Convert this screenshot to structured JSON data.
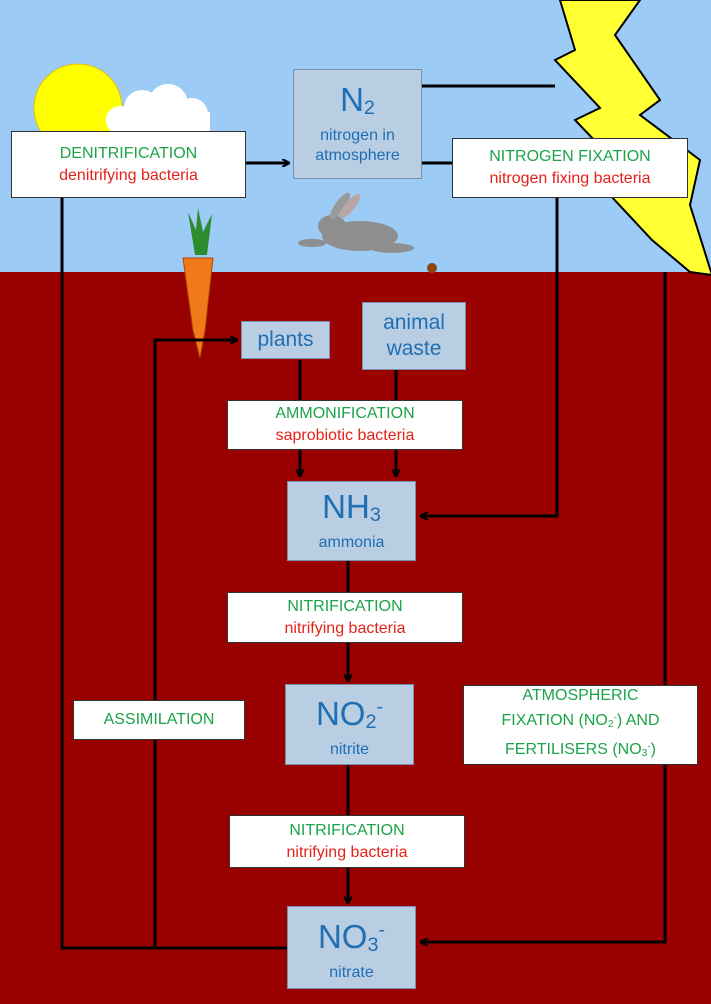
{
  "colors": {
    "sky": "#9ccbf6",
    "soil": "#990000",
    "box": "#b9cde3",
    "process": "#1ca34a",
    "agent": "#e32219",
    "compound": "#1f6fb4"
  },
  "n2": {
    "main": "N",
    "sub": "2",
    "name_line1": "nitrogen in",
    "name_line2": "atmosphere"
  },
  "nh3": {
    "main": "NH",
    "sub": "3",
    "name": "ammonia"
  },
  "no2": {
    "main": "NO",
    "sub": "2",
    "sup": "-",
    "name": "nitrite"
  },
  "no3": {
    "main": "NO",
    "sub": "3",
    "sup": "-",
    "name": "nitrate"
  },
  "plants": "plants",
  "animal_waste": {
    "line1": "animal",
    "line2": "waste"
  },
  "denitrification": {
    "process": "DENITRIFICATION",
    "agent": "denitrifying bacteria"
  },
  "nitrogen_fixation": {
    "process": "NITROGEN FIXATION",
    "agent": "nitrogen fixing bacteria"
  },
  "ammonification": {
    "process": "AMMONIFICATION",
    "agent": "saprobiotic bacteria"
  },
  "nitrification1": {
    "process": "NITRIFICATION",
    "agent": "nitrifying bacteria"
  },
  "nitrification2": {
    "process": "NITRIFICATION",
    "agent": "nitrifying bacteria"
  },
  "assimilation": "ASSIMILATION",
  "atmospheric": {
    "line1": "ATMOSPHERIC",
    "line2_a": "FIXATION (NO",
    "line2_sub": "2",
    "line2_sup": "-",
    "line2_b": ") AND",
    "line3_a": "FERTILISERS (NO",
    "line3_sub": "3",
    "line3_sup": "-",
    "line3_b": ")"
  },
  "illustrations": [
    "sun-icon",
    "cloud-icon",
    "lightning-icon",
    "rabbit-icon",
    "carrot-icon"
  ]
}
